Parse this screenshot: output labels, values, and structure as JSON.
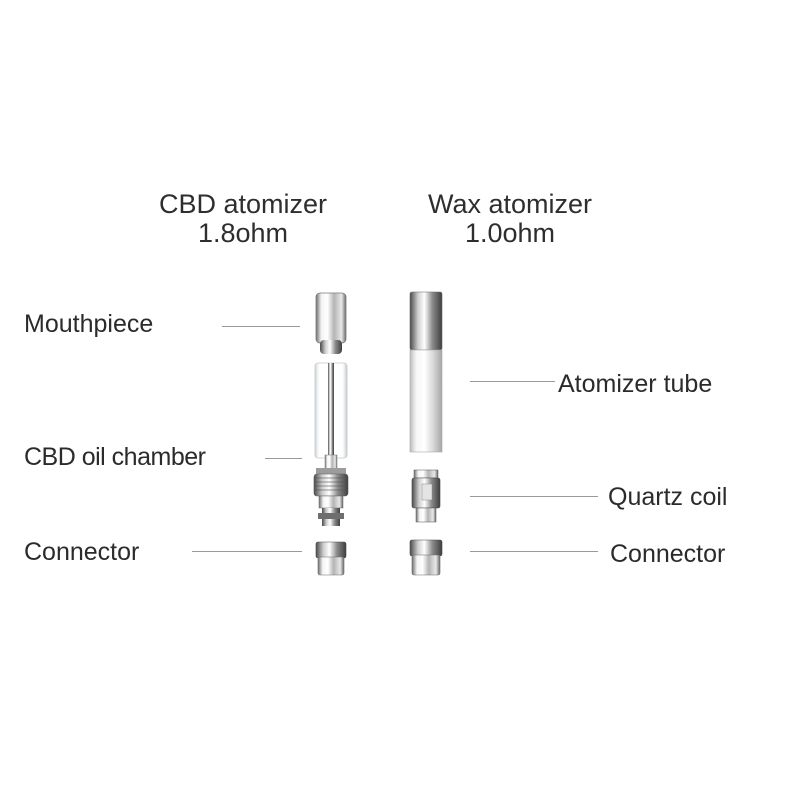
{
  "columns": [
    {
      "title": "CBD atomizer",
      "subtitle": "1.8ohm"
    },
    {
      "title": "Wax atomizer",
      "subtitle": "1.0ohm"
    }
  ],
  "labels": {
    "mouthpiece": "Mouthpiece",
    "cbd_oil_chamber": "CBD oil chamber",
    "connector_left": "Connector",
    "atomizer_tube": "Atomizer tube",
    "quartz_coil": "Quartz coil",
    "connector_right": "Connector"
  },
  "colors": {
    "text": "#2b2b2b",
    "leader_line": "#9a9a9a",
    "metal_dark": "#6e6e6e",
    "metal_light": "#f4f4f4"
  }
}
